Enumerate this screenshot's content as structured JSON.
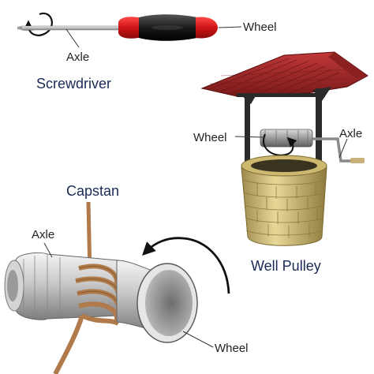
{
  "screwdriver": {
    "title": "Screwdriver",
    "wheel_label": "Wheel",
    "axle_label": "Axle"
  },
  "well": {
    "title": "Well Pulley",
    "wheel_label": "Wheel",
    "axle_label": "Axle"
  },
  "capstan": {
    "title": "Capstan",
    "wheel_label": "Wheel",
    "axle_label": "Axle"
  },
  "colors": {
    "title": "#1a2a55",
    "handle_red": "#d01515",
    "roof": "#a52a2a",
    "brick": "#d8c27a",
    "rope": "#b07a4a"
  }
}
